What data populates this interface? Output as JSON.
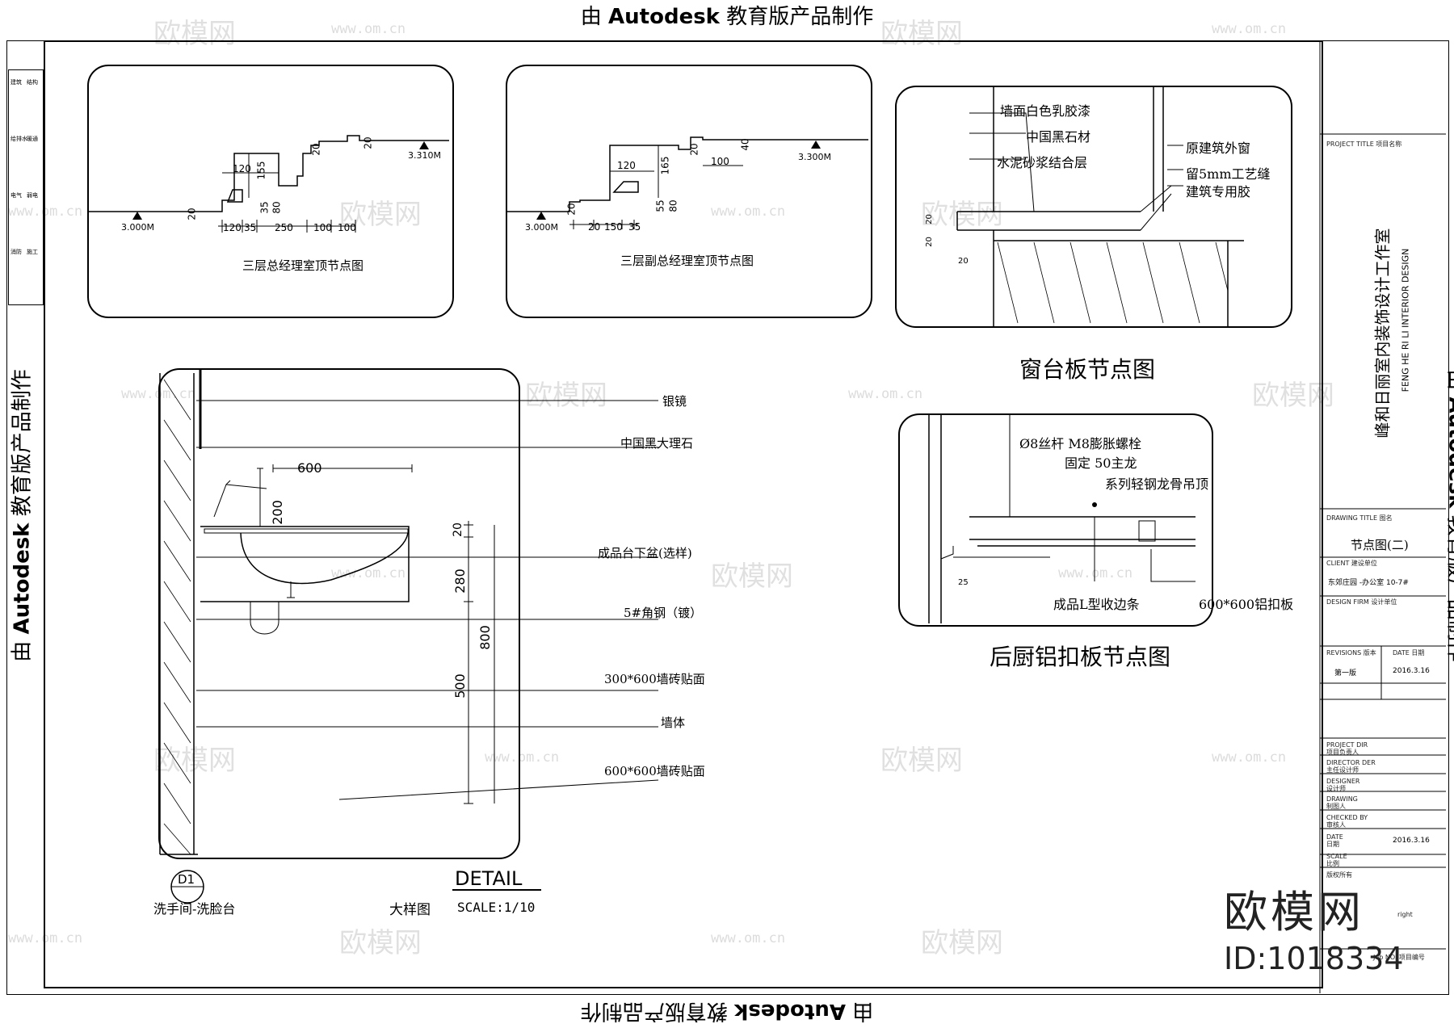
{
  "stamps": {
    "prefix": "由",
    "brand": "Autodesk",
    "suffix": "教育版产品制作"
  },
  "ceiling_details": {
    "gm_title": "三层总经理室顶节点图",
    "gm_level_left": "3.000M",
    "gm_level_right": "3.310M",
    "gm_dims": [
      "120",
      "155",
      "35",
      "80",
      "20",
      "120",
      "35",
      "250",
      "100",
      "100",
      "20",
      "20"
    ],
    "dgm_title": "三层副总经理室顶节点图",
    "dgm_level_left": "3.000M",
    "dgm_level_right": "3.300M",
    "dgm_dims": [
      "120",
      "165",
      "55",
      "80",
      "100",
      "20",
      "150",
      "35",
      "20",
      "40",
      "20"
    ]
  },
  "window_sill": {
    "title": "窗台板节点图",
    "labels": [
      "墙面白色乳胶漆",
      "中国黑石材",
      "水泥砂浆结合层",
      "原建筑外窗",
      "留5mm工艺缝",
      "建筑专用胶"
    ],
    "dims": [
      "20",
      "20",
      "20"
    ]
  },
  "kitchen": {
    "title": "后厨铝扣板节点图",
    "label_rod": "Ø8丝杆 M8膨胀螺栓",
    "label_fix": "固定    50主龙",
    "label_series": "系列轻钢龙骨吊顶",
    "label_edge": "成品L型收边条",
    "label_panel": "600*600铝扣板",
    "dim_25": "25"
  },
  "vanity": {
    "labels": [
      "银镜",
      "中国黑大理石",
      "成品台下盆(选样)",
      "5#角钢（镀）",
      "300*600墙砖贴面",
      "墙体",
      "600*600墙砖贴面"
    ],
    "dims": [
      "600",
      "200",
      "20",
      "280",
      "800",
      "500"
    ],
    "detail_heading": "DETAIL",
    "tag": "D1",
    "tag_sub": "洗手间-洗脸台",
    "scale_title": "大样图",
    "scale_text": "SCALE:1/10"
  },
  "title_block": {
    "project_title_label": "PROJECT TITLE 项目名称",
    "firm_name": "峰和日丽室内装饰设计工作室",
    "firm_en": "FENG HE RI LI INTERIOR DESIGN",
    "drawing_title_label": "DRAWING TITLE 图名",
    "drawing_title": "节点图(二)",
    "client_label": "CLIENT 建设单位",
    "client": "东郊庄园 -办公室  10-7#",
    "design_firm_label": "DESIGN FIRM 设计单位",
    "revisions_label": "REVISIONS 版本",
    "date_label": "DATE 日期",
    "revision": "第一版",
    "revision_date": "2016.3.16",
    "rows": [
      {
        "en": "PROJECT DIR",
        "cn": "项目负责人"
      },
      {
        "en": "DIRECTOR DER",
        "cn": "主任设计师"
      },
      {
        "en": "DESIGNER",
        "cn": "设计师"
      },
      {
        "en": "DRAWING",
        "cn": "制图人"
      },
      {
        "en": "CHECKED BY",
        "cn": "审核人"
      },
      {
        "en": "DATE",
        "cn": "日期"
      },
      {
        "en": "SCALE",
        "cn": "比例"
      }
    ],
    "date_value": "2016.3.16",
    "copyright": "版权所有",
    "copyright_note": "right",
    "job_no": "Job NO. 项目编号",
    "left_strip": [
      "建筑",
      "结构",
      "给排水",
      "暖通",
      "电气",
      "弱电",
      "消防",
      "施工"
    ]
  },
  "watermark": {
    "brand": "欧模网",
    "id": "ID:1018334",
    "faint": "欧模网",
    "url": "www.om.cn"
  }
}
